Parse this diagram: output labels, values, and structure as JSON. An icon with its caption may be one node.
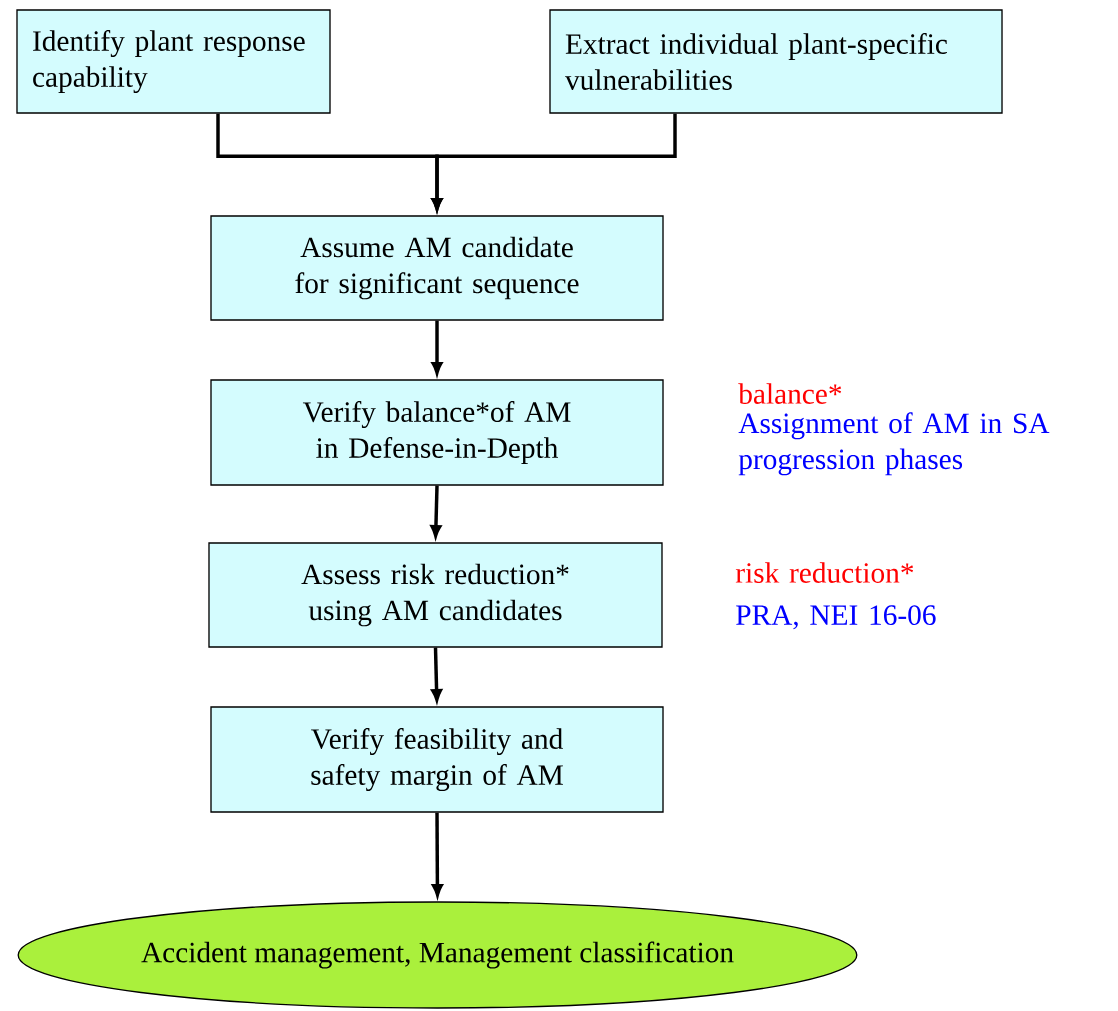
{
  "diagram": {
    "nodes": [
      {
        "text": [
          "Identify plant response capability"
        ]
      },
      {
        "text": [
          "Extract individual plant-specific vulnerabilities"
        ]
      },
      {
        "text": [
          "Assume AM candidate for significant sequence"
        ]
      },
      {
        "text": [
          "Verify balance*of AM in Defense-in-Depth"
        ]
      },
      {
        "text": [
          "Assess risk reduction* using AM candidates"
        ]
      },
      {
        "text": [
          "Verify feasibility and safety margin of AM"
        ]
      },
      {
        "text": [
          "Accident management, Management classification"
        ]
      }
    ],
    "edges": [
      {
        "from": 0,
        "to": 2,
        "arrow": "to"
      },
      {
        "from": 1,
        "to": 2,
        "arrow": "to"
      },
      {
        "from": 2,
        "to": 3,
        "arrow": "to"
      },
      {
        "from": 3,
        "to": 4,
        "arrow": "to"
      },
      {
        "from": 4,
        "to": 5,
        "arrow": "to"
      },
      {
        "from": 5,
        "to": 6,
        "arrow": "to"
      }
    ],
    "labels": [
      "balance*",
      "Assignment of AM in SA progression phases",
      "risk reduction*",
      "PRA, NEI 16-06"
    ]
  }
}
